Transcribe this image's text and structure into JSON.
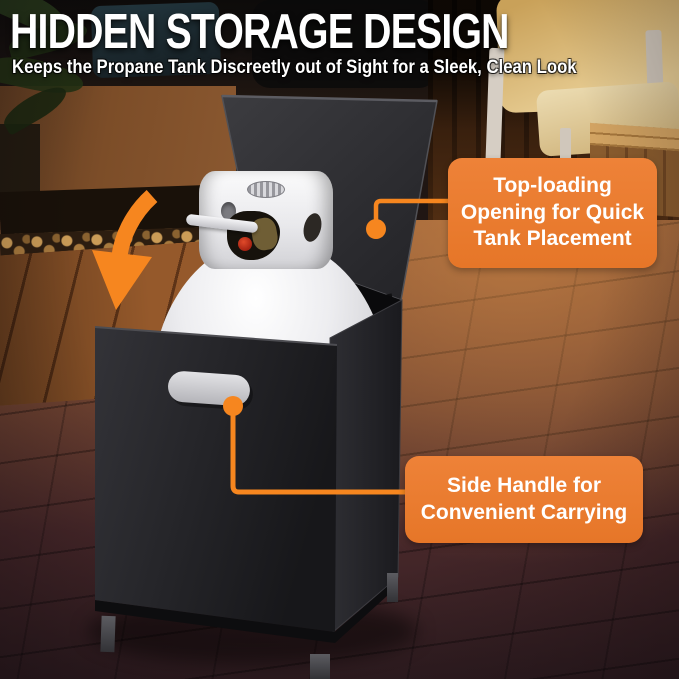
{
  "header": {
    "title": "HIDDEN STORAGE DESIGN",
    "subtitle": "Keeps the Propane Tank Discreetly out of Sight for a Sleek, Clean Look"
  },
  "callouts": {
    "top_loading": "Top-loading Opening for Quick Tank Placement",
    "side_handle": "Side Handle for Convenient Carrying"
  },
  "colors": {
    "accent_orange": "#EC7C33",
    "connector_orange": "#F6861F",
    "box_black": "#1D1D20",
    "tank_white": "#E9E9EC",
    "headline_text": "#FFFFFF"
  }
}
